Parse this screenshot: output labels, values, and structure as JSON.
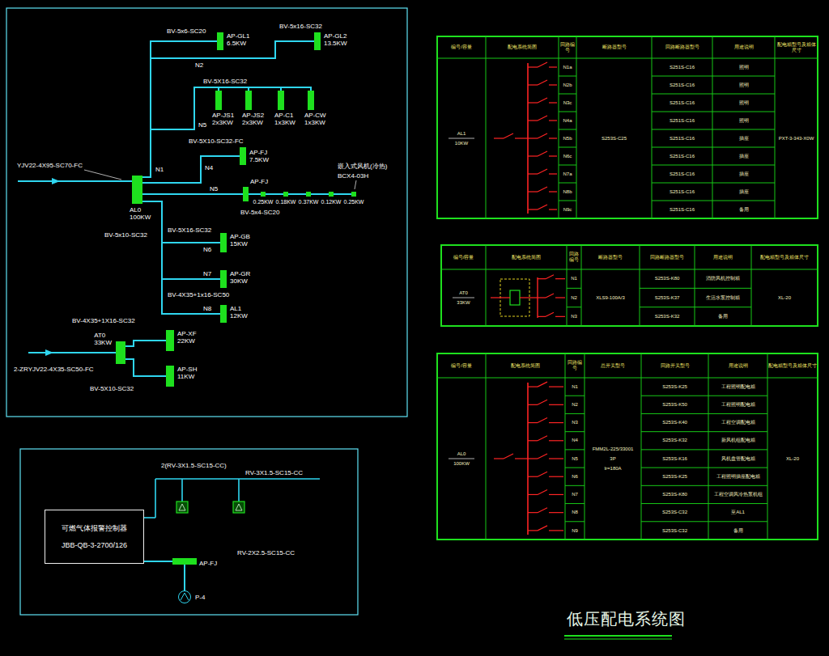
{
  "diagram": {
    "title": "低压配电系统图",
    "nodes": [
      {
        "text": [
          "AL0",
          "100KW"
        ]
      },
      {
        "text": [
          "AP-GL1",
          "6.5KW"
        ]
      },
      {
        "text": [
          "AP-GL2",
          "13.5KW"
        ]
      },
      {
        "text": [
          "AP-JS1",
          "2x3KW"
        ]
      },
      {
        "text": [
          "AP-JS2",
          "2x3KW"
        ]
      },
      {
        "text": [
          "AP-C1",
          "1x3KW"
        ]
      },
      {
        "text": [
          "AP-CW",
          "1x3KW"
        ]
      },
      {
        "text": [
          "AP-FJ",
          "7.5KW"
        ]
      },
      {
        "text": [
          "AP-FJ"
        ]
      },
      {
        "text": [
          "0.25KW"
        ]
      },
      {
        "text": [
          "0.18KW"
        ]
      },
      {
        "text": [
          "0.37KW"
        ]
      },
      {
        "text": [
          "0.12KW"
        ]
      },
      {
        "text": [
          "0.25KW"
        ]
      },
      {
        "text": [
          "AP-GB",
          "15KW"
        ]
      },
      {
        "text": [
          "AP-GR",
          "30KW"
        ]
      },
      {
        "text": [
          "AL1",
          "12KW"
        ]
      },
      {
        "text": [
          "AT0",
          "33KW"
        ]
      },
      {
        "text": [
          "AP-XF",
          "22KW"
        ]
      },
      {
        "text": [
          "AP-SH",
          "11KW"
        ]
      },
      {
        "text": [
          "可燃气体报警控制器",
          "JBB-QB-3-2700/126"
        ]
      },
      {
        "text": [
          "AP-FJ"
        ]
      },
      {
        "text": [
          "P-4"
        ]
      }
    ],
    "edges": [
      {
        "from": 0,
        "to": 1,
        "arrow": "none"
      },
      {
        "from": 0,
        "to": 2,
        "arrow": "none"
      },
      {
        "from": 0,
        "to": 3,
        "arrow": "none"
      },
      {
        "from": 0,
        "to": 4,
        "arrow": "none"
      },
      {
        "from": 0,
        "to": 5,
        "arrow": "none"
      },
      {
        "from": 0,
        "to": 6,
        "arrow": "none"
      },
      {
        "from": 0,
        "to": 7,
        "arrow": "none"
      },
      {
        "from": 0,
        "to": 8,
        "arrow": "none"
      },
      {
        "from": 8,
        "to": 9,
        "arrow": "none"
      },
      {
        "from": 9,
        "to": 10,
        "arrow": "none"
      },
      {
        "from": 10,
        "to": 11,
        "arrow": "none"
      },
      {
        "from": 11,
        "to": 12,
        "arrow": "none"
      },
      {
        "from": 12,
        "to": 13,
        "arrow": "none"
      },
      {
        "from": 0,
        "to": 14,
        "arrow": "none"
      },
      {
        "from": 0,
        "to": 15,
        "arrow": "none"
      },
      {
        "from": 0,
        "to": 16,
        "arrow": "none"
      },
      {
        "from": 17,
        "to": 18,
        "arrow": "none"
      },
      {
        "from": 17,
        "to": 19,
        "arrow": "none"
      },
      {
        "from": 20,
        "to": 21,
        "arrow": "none"
      },
      {
        "from": 21,
        "to": 22,
        "arrow": "none"
      }
    ],
    "labels": [
      "YJV22-4X95-SC70-FC",
      "BV-5x6-SC20",
      "BV-5x16-SC32",
      "N2",
      "BV-5X16-SC32",
      "N5",
      "N1",
      "BV-5X10-SC32-FC",
      "N4",
      "N5",
      "嵌入式风机(冷热)",
      "BCX4-03H",
      "BV-5x4-SC20",
      "BV-5X16-SC32",
      "N6",
      "BV-5x10-SC32",
      "N7",
      "BV-4X35+1x16-SC50",
      "N8",
      "BV-4X35+1X16-SC32",
      "2-ZRYJV22-4X35-SC50-FC",
      "BV-5X10-SC32",
      "2(RV-3X1.5-SC15-CC)",
      "RV-3X1.5-SC15-CC",
      "RV-2X2.5-SC15-CC",
      "编号/容量",
      "配电系统简图",
      "回路编号",
      "断路器型号",
      "回路断路器型号",
      "用途说明",
      "配电箱型号及箱体尺寸",
      "AL1",
      "10KW",
      "N1a",
      "N2b",
      "N3c",
      "N4a",
      "N5b",
      "N6c",
      "N7a",
      "N8b",
      "N9c",
      "S253S-C25",
      "S251S-C16",
      "S251S-C16",
      "S251S-C16",
      "S251S-C16",
      "S251S-C16",
      "S251S-C16",
      "S251S-C16",
      "S251S-C16",
      "S251S-C16",
      "照明",
      "照明",
      "照明",
      "照明",
      "插座",
      "插座",
      "插座",
      "插座",
      "备用",
      "PXT-3-343-X0W",
      "编号/容量",
      "配电系统简图",
      "回路编号",
      "断路器型号",
      "回路断路器型号",
      "用途说明",
      "配电箱型号及箱体尺寸",
      "AT0",
      "33KW",
      "N1",
      "N2",
      "N3",
      "XLS9-100A/3",
      "S253S-K80",
      "S253S-K37",
      "S253S-K32",
      "消防风机控制箱",
      "生活水泵控制箱",
      "备用",
      "XL-20",
      "编号/容量",
      "配电系统简图",
      "回路编号",
      "总开关型号",
      "回路开关型号",
      "用途说明",
      "配电箱型号及箱体尺寸",
      "AL0",
      "100KW",
      "N1",
      "N2",
      "N3",
      "N4",
      "N5",
      "N6",
      "N7",
      "N8",
      "N9",
      "FMM2L-225/33001",
      "3P",
      "Ir=180A",
      "S253S-K25",
      "S253S-K50",
      "S253S-K40",
      "S253S-K32",
      "S253S-K16",
      "S253S-K25",
      "S253S-K80",
      "S253S-C32",
      "S253S-C32",
      "工程照明配电箱",
      "工程照明配电箱",
      "工程空调配电箱",
      "新风机组配电箱",
      "风机盘管配电箱",
      "工程照明插座配电箱",
      "工程空调风冷热泵机组",
      "至AL1",
      "备用",
      "XL-20"
    ]
  }
}
